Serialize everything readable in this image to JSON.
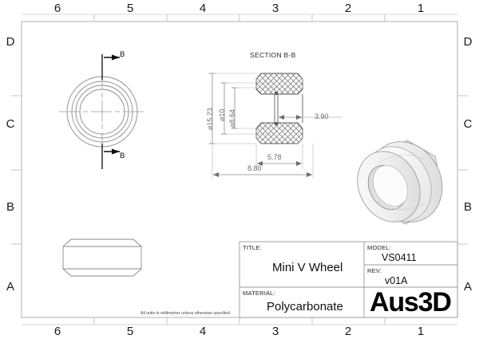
{
  "sheet": {
    "background_color": "#ffffff",
    "frame_color": "#b8b8b8",
    "line_color": "#6d6d6d",
    "text_color": "#111111"
  },
  "border": {
    "columns": [
      "6",
      "5",
      "4",
      "3",
      "2",
      "1"
    ],
    "rows": [
      "D",
      "C",
      "B",
      "A"
    ]
  },
  "views": {
    "front_circle": {
      "name": "front-circular-view",
      "section_letter_top": "B",
      "section_letter_bottom": "B"
    },
    "section": {
      "title": "SECTION B-B",
      "dimensions": {
        "outer_diameter": "⌀15.23",
        "groove_diameter": "⌀10",
        "bore_diameter": "⌀8.64",
        "groove_width": "3.90",
        "inner_width": "5.78",
        "overall_width": "8.80"
      }
    },
    "side_view": {
      "name": "side-profile-view"
    },
    "isometric": {
      "name": "isometric-wheel-view"
    }
  },
  "title_block": {
    "title_caption": "TITLE:",
    "title_value": "Mini V Wheel",
    "material_caption": "MATERIAL:",
    "material_value": "Polycarbonate",
    "model_caption": "MODEL:",
    "model_value": "VS0411",
    "rev_caption": "REV:",
    "rev_value": "v01A",
    "brand": "Aus3D"
  },
  "footer": {
    "note": "All units in millimetres unless otherwise specified"
  }
}
